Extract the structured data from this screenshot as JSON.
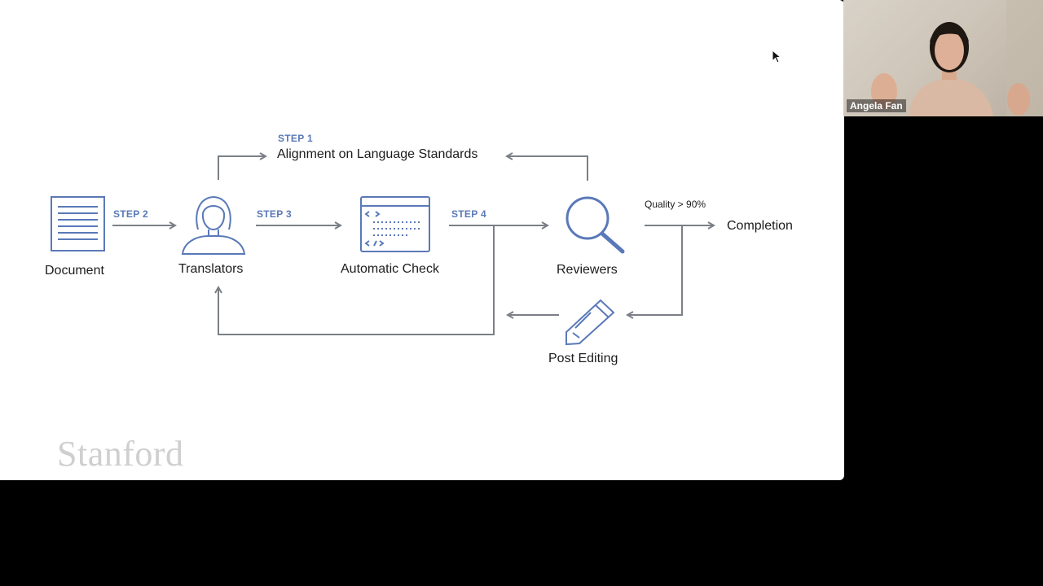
{
  "slide": {
    "logo": "Stanford",
    "nodes": {
      "document": "Document",
      "translators": "Translators",
      "automatic_check": "Automatic Check",
      "reviewers": "Reviewers",
      "post_editing": "Post Editing",
      "completion": "Completion",
      "alignment": "Alignment on Language Standards"
    },
    "steps": {
      "step1": "STEP 1",
      "step2": "STEP 2",
      "step3": "STEP 3",
      "step4": "STEP 4"
    },
    "quality_label": "Quality > 90%"
  },
  "video": {
    "speaker_name": "Angela Fan"
  },
  "colors": {
    "icon_blue": "#5a79b8",
    "arrow_gray": "#7b7f86",
    "text_dark": "#1c1c1c",
    "background": "#000000"
  }
}
